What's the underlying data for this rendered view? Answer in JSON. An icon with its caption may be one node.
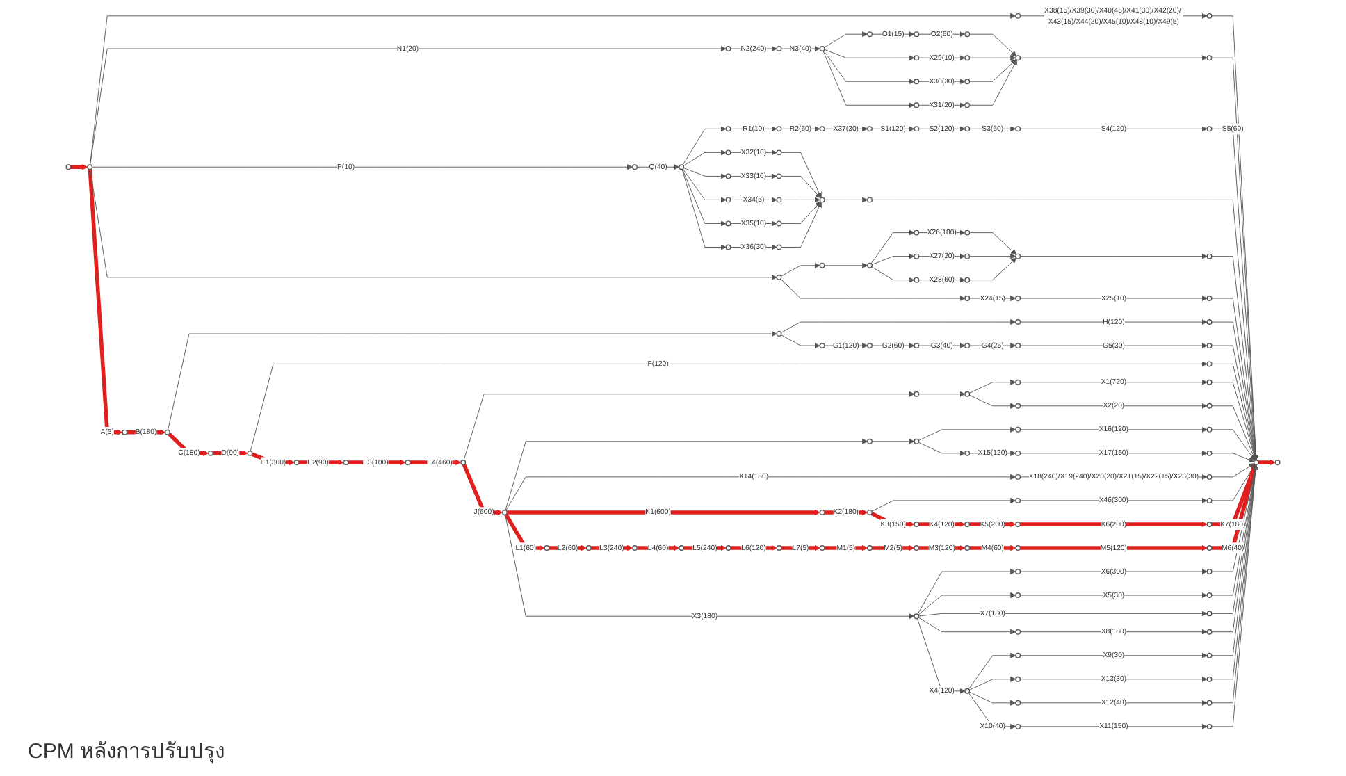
{
  "diagram": {
    "caption": "CPM หลังการปรับปรุง",
    "nodes": [
      {
        "text": [],
        "shape": "circle"
      },
      {
        "text": [],
        "shape": "circle"
      },
      {
        "text": [],
        "shape": "circle"
      },
      {
        "text": [],
        "shape": "circle"
      },
      {
        "text": [],
        "shape": "circle"
      },
      {
        "text": [],
        "shape": "circle"
      },
      {
        "text": [],
        "shape": "circle"
      },
      {
        "text": [],
        "shape": "circle"
      },
      {
        "text": [],
        "shape": "circle"
      },
      {
        "text": [],
        "shape": "circle"
      },
      {
        "text": [],
        "shape": "circle"
      },
      {
        "text": [],
        "shape": "circle"
      },
      {
        "text": [],
        "shape": "circle"
      },
      {
        "text": [],
        "shape": "circle"
      },
      {
        "text": [],
        "shape": "circle"
      },
      {
        "text": [],
        "shape": "circle"
      },
      {
        "text": [],
        "shape": "circle"
      },
      {
        "text": [],
        "shape": "circle"
      },
      {
        "text": [],
        "shape": "circle"
      },
      {
        "text": [],
        "shape": "circle"
      },
      {
        "text": [],
        "shape": "circle"
      },
      {
        "text": [],
        "shape": "circle"
      },
      {
        "text": [],
        "shape": "circle"
      },
      {
        "text": [],
        "shape": "circle"
      },
      {
        "text": [],
        "shape": "circle"
      },
      {
        "text": [],
        "shape": "circle"
      },
      {
        "text": [],
        "shape": "circle"
      },
      {
        "text": [],
        "shape": "circle"
      },
      {
        "text": [],
        "shape": "circle"
      },
      {
        "text": [],
        "shape": "circle"
      },
      {
        "text": [],
        "shape": "circle"
      },
      {
        "text": [],
        "shape": "circle"
      },
      {
        "text": [],
        "shape": "circle"
      },
      {
        "text": [],
        "shape": "circle"
      },
      {
        "text": [],
        "shape": "circle"
      },
      {
        "text": [],
        "shape": "circle"
      },
      {
        "text": [],
        "shape": "circle"
      },
      {
        "text": [],
        "shape": "circle"
      },
      {
        "text": [],
        "shape": "circle"
      },
      {
        "text": [],
        "shape": "circle"
      },
      {
        "text": [],
        "shape": "circle"
      },
      {
        "text": [],
        "shape": "circle"
      },
      {
        "text": [],
        "shape": "circle"
      },
      {
        "text": [],
        "shape": "circle"
      },
      {
        "text": [],
        "shape": "circle"
      },
      {
        "text": [],
        "shape": "circle"
      },
      {
        "text": [],
        "shape": "circle"
      },
      {
        "text": [],
        "shape": "circle"
      },
      {
        "text": [],
        "shape": "circle"
      },
      {
        "text": [],
        "shape": "circle"
      },
      {
        "text": [],
        "shape": "circle"
      },
      {
        "text": [],
        "shape": "circle"
      },
      {
        "text": [],
        "shape": "circle"
      },
      {
        "text": [],
        "shape": "circle"
      },
      {
        "text": [],
        "shape": "circle"
      },
      {
        "text": [],
        "shape": "circle"
      },
      {
        "text": [],
        "shape": "circle"
      },
      {
        "text": [],
        "shape": "circle"
      },
      {
        "text": [],
        "shape": "circle"
      },
      {
        "text": [],
        "shape": "circle"
      },
      {
        "text": [],
        "shape": "circle"
      },
      {
        "text": [],
        "shape": "circle"
      },
      {
        "text": [],
        "shape": "circle"
      },
      {
        "text": [],
        "shape": "circle"
      },
      {
        "text": [],
        "shape": "circle"
      },
      {
        "text": [],
        "shape": "circle"
      },
      {
        "text": [],
        "shape": "circle"
      },
      {
        "text": [],
        "shape": "circle"
      },
      {
        "text": [],
        "shape": "circle"
      },
      {
        "text": [],
        "shape": "circle"
      },
      {
        "text": [],
        "shape": "circle"
      },
      {
        "text": [],
        "shape": "circle"
      },
      {
        "text": [],
        "shape": "circle"
      },
      {
        "text": [],
        "shape": "circle"
      },
      {
        "text": [],
        "shape": "circle"
      },
      {
        "text": [],
        "shape": "circle"
      },
      {
        "text": [],
        "shape": "circle"
      },
      {
        "text": [],
        "shape": "circle"
      },
      {
        "text": [],
        "shape": "circle"
      },
      {
        "text": [],
        "shape": "circle"
      },
      {
        "text": [],
        "shape": "circle"
      },
      {
        "text": [],
        "shape": "circle"
      },
      {
        "text": [],
        "shape": "circle"
      },
      {
        "text": [],
        "shape": "circle"
      },
      {
        "text": [],
        "shape": "circle"
      },
      {
        "text": [],
        "shape": "circle"
      },
      {
        "text": [],
        "shape": "circle"
      },
      {
        "text": [],
        "shape": "circle"
      },
      {
        "text": [],
        "shape": "circle"
      },
      {
        "text": [],
        "shape": "circle"
      },
      {
        "text": [],
        "shape": "circle"
      },
      {
        "text": [],
        "shape": "circle"
      },
      {
        "text": [],
        "shape": "circle"
      },
      {
        "text": [],
        "shape": "circle"
      },
      {
        "text": [],
        "shape": "circle"
      },
      {
        "text": [],
        "shape": "circle"
      },
      {
        "text": [],
        "shape": "circle"
      },
      {
        "text": [],
        "shape": "circle"
      },
      {
        "text": [],
        "shape": "circle"
      },
      {
        "text": [],
        "shape": "circle"
      },
      {
        "text": [],
        "shape": "circle"
      },
      {
        "text": [],
        "shape": "circle"
      },
      {
        "text": [],
        "shape": "circle"
      },
      {
        "text": [],
        "shape": "circle"
      },
      {
        "text": [],
        "shape": "circle"
      },
      {
        "text": [],
        "shape": "circle"
      },
      {
        "text": [],
        "shape": "circle"
      },
      {
        "text": [],
        "shape": "circle"
      },
      {
        "text": [],
        "shape": "circle"
      },
      {
        "text": [],
        "shape": "circle"
      },
      {
        "text": [],
        "shape": "circle"
      },
      {
        "text": [],
        "shape": "circle"
      },
      {
        "text": [],
        "shape": "circle"
      },
      {
        "text": [],
        "shape": "circle"
      },
      {
        "text": [],
        "shape": "circle"
      },
      {
        "text": [],
        "shape": "circle"
      },
      {
        "text": [],
        "shape": "circle"
      },
      {
        "text": [],
        "shape": "circle"
      },
      {
        "text": [],
        "shape": "circle"
      },
      {
        "text": [],
        "shape": "circle"
      },
      {
        "text": [],
        "shape": "circle"
      },
      {
        "text": [],
        "shape": "circle"
      },
      {
        "text": [],
        "shape": "circle"
      },
      {
        "text": [],
        "shape": "circle"
      },
      {
        "text": [],
        "shape": "circle"
      },
      {
        "text": [],
        "shape": "circle"
      },
      {
        "text": [],
        "shape": "circle"
      }
    ],
    "edges": [
      {
        "from": 0,
        "to": 1,
        "arrow": "to",
        "style": "thick",
        "color": "#e0201f"
      },
      {
        "from": 1,
        "to": 2,
        "arrow": "to",
        "label": "A(5)",
        "style": "thick",
        "color": "#e0201f"
      },
      {
        "from": 2,
        "to": 3,
        "arrow": "to",
        "label": "B(180)",
        "style": "thick",
        "color": "#e0201f"
      },
      {
        "from": 3,
        "to": 4,
        "arrow": "to",
        "label": "C(180)",
        "style": "thick",
        "color": "#e0201f"
      },
      {
        "from": 4,
        "to": 5,
        "arrow": "to",
        "label": "D(90)",
        "style": "thick",
        "color": "#e0201f"
      },
      {
        "from": 5,
        "to": 6,
        "arrow": "to",
        "label": "E1(300)",
        "style": "thick",
        "color": "#e0201f"
      },
      {
        "from": 6,
        "to": 7,
        "arrow": "to",
        "label": "E2(90)",
        "style": "thick",
        "color": "#e0201f"
      },
      {
        "from": 7,
        "to": 8,
        "arrow": "to",
        "label": "E3(100)",
        "style": "thick",
        "color": "#e0201f"
      },
      {
        "from": 8,
        "to": 9,
        "arrow": "to",
        "label": "E4(460)",
        "style": "thick",
        "color": "#e0201f"
      },
      {
        "from": 9,
        "to": 78,
        "arrow": "to",
        "label": "J(600)",
        "style": "thick",
        "color": "#e0201f"
      },
      {
        "from": 1,
        "to": 10,
        "arrow": "to"
      },
      {
        "from": 10,
        "to": 11,
        "arrow": "to",
        "label": "X38(15)/X39(30)/X40(45)/X41(30)/X42(20)/ X43(15)/X44(20)/X45(10)/X48(10)/X49(5)"
      },
      {
        "from": 11,
        "to": 96,
        "arrow": "to"
      },
      {
        "from": 1,
        "to": 12,
        "arrow": "to",
        "label": "P(10)"
      },
      {
        "from": 12,
        "to": 13,
        "arrow": "to",
        "label": "Q(40)"
      },
      {
        "from": 1,
        "to": 14,
        "arrow": "to",
        "label": "N1(20)"
      },
      {
        "from": 14,
        "to": 15,
        "arrow": "to",
        "label": "N2(240)"
      },
      {
        "from": 15,
        "to": 16,
        "arrow": "to",
        "label": "N3(40)"
      },
      {
        "from": 16,
        "to": 17,
        "arrow": "to"
      },
      {
        "from": 16,
        "to": 18,
        "arrow": "to"
      },
      {
        "from": 16,
        "to": 19,
        "arrow": "to"
      },
      {
        "from": 16,
        "to": 20,
        "arrow": "to"
      },
      {
        "from": 17,
        "to": 21,
        "arrow": "to",
        "label": "O1(15)"
      },
      {
        "from": 21,
        "to": 22,
        "arrow": "to",
        "label": "O2(60)"
      },
      {
        "from": 18,
        "to": 23,
        "arrow": "to",
        "label": "X29(10)"
      },
      {
        "from": 19,
        "to": 24,
        "arrow": "to",
        "label": "X30(30)"
      },
      {
        "from": 20,
        "to": 25,
        "arrow": "to",
        "label": "X31(20)"
      },
      {
        "from": 22,
        "to": 26,
        "arrow": "to"
      },
      {
        "from": 23,
        "to": 26,
        "arrow": "to"
      },
      {
        "from": 24,
        "to": 26,
        "arrow": "to"
      },
      {
        "from": 25,
        "to": 26,
        "arrow": "to"
      },
      {
        "from": 26,
        "to": 27,
        "arrow": "to"
      },
      {
        "from": 27,
        "to": 96,
        "arrow": "to"
      },
      {
        "from": 13,
        "to": 28,
        "arrow": "to"
      },
      {
        "from": 13,
        "to": 36,
        "arrow": "to"
      },
      {
        "from": 13,
        "to": 37,
        "arrow": "to"
      },
      {
        "from": 13,
        "to": 38,
        "arrow": "to"
      },
      {
        "from": 13,
        "to": 39,
        "arrow": "to"
      },
      {
        "from": 13,
        "to": 40,
        "arrow": "to"
      },
      {
        "from": 28,
        "to": 29,
        "arrow": "to",
        "label": "R1(10)"
      },
      {
        "from": 29,
        "to": 30,
        "arrow": "to",
        "label": "R2(60)"
      },
      {
        "from": 30,
        "to": 31,
        "arrow": "to",
        "label": "X37(30)"
      },
      {
        "from": 31,
        "to": 32,
        "arrow": "to",
        "label": "S1(120)"
      },
      {
        "from": 32,
        "to": 33,
        "arrow": "to",
        "label": "S2(120)"
      },
      {
        "from": 33,
        "to": 34,
        "arrow": "to",
        "label": "S3(60)"
      },
      {
        "from": 34,
        "to": 35,
        "arrow": "to",
        "label": "S4(120)"
      },
      {
        "from": 35,
        "to": 96,
        "arrow": "to",
        "label": "S5(60)"
      },
      {
        "from": 36,
        "to": 41,
        "arrow": "to",
        "label": "X32(10)"
      },
      {
        "from": 37,
        "to": 42,
        "arrow": "to",
        "label": "X33(10)"
      },
      {
        "from": 38,
        "to": 43,
        "arrow": "to",
        "label": "X34(5)"
      },
      {
        "from": 39,
        "to": 44,
        "arrow": "to",
        "label": "X35(10)"
      },
      {
        "from": 40,
        "to": 45,
        "arrow": "to",
        "label": "X36(30)"
      },
      {
        "from": 41,
        "to": 46,
        "arrow": "to"
      },
      {
        "from": 42,
        "to": 46,
        "arrow": "to"
      },
      {
        "from": 43,
        "to": 46,
        "arrow": "to"
      },
      {
        "from": 44,
        "to": 46,
        "arrow": "to"
      },
      {
        "from": 45,
        "to": 46,
        "arrow": "to"
      },
      {
        "from": 46,
        "to": 47,
        "arrow": "to"
      },
      {
        "from": 47,
        "to": 96,
        "arrow": "to"
      },
      {
        "from": 1,
        "to": 48,
        "arrow": "to"
      },
      {
        "from": 48,
        "to": 49,
        "arrow": "to"
      },
      {
        "from": 48,
        "to": 59,
        "arrow": "to"
      },
      {
        "from": 49,
        "to": 50,
        "arrow": "to"
      },
      {
        "from": 50,
        "to": 51,
        "arrow": "to"
      },
      {
        "from": 50,
        "to": 52,
        "arrow": "to"
      },
      {
        "from": 50,
        "to": 53,
        "arrow": "to"
      },
      {
        "from": 51,
        "to": 54,
        "arrow": "to",
        "label": "X26(180)"
      },
      {
        "from": 52,
        "to": 55,
        "arrow": "to",
        "label": "X27(20)"
      },
      {
        "from": 53,
        "to": 56,
        "arrow": "to",
        "label": "X28(60)"
      },
      {
        "from": 54,
        "to": 57,
        "arrow": "to"
      },
      {
        "from": 55,
        "to": 57,
        "arrow": "to"
      },
      {
        "from": 56,
        "to": 57,
        "arrow": "to"
      },
      {
        "from": 57,
        "to": 58,
        "arrow": "to"
      },
      {
        "from": 58,
        "to": 96,
        "arrow": "to"
      },
      {
        "from": 59,
        "to": 60,
        "arrow": "to",
        "label": "X24(15)"
      },
      {
        "from": 60,
        "to": 61,
        "arrow": "to",
        "label": "X25(10)"
      },
      {
        "from": 61,
        "to": 96,
        "arrow": "to"
      },
      {
        "from": 3,
        "to": 62,
        "arrow": "to"
      },
      {
        "from": 62,
        "to": 63,
        "arrow": "to"
      },
      {
        "from": 62,
        "to": 65,
        "arrow": "to"
      },
      {
        "from": 63,
        "to": 64,
        "arrow": "to",
        "label": "H(120)"
      },
      {
        "from": 64,
        "to": 96,
        "arrow": "to"
      },
      {
        "from": 65,
        "to": 66,
        "arrow": "to",
        "label": "G1(120)"
      },
      {
        "from": 66,
        "to": 67,
        "arrow": "to",
        "label": "G2(60)"
      },
      {
        "from": 67,
        "to": 68,
        "arrow": "to",
        "label": "G3(40)"
      },
      {
        "from": 68,
        "to": 69,
        "arrow": "to",
        "label": "G4(25)"
      },
      {
        "from": 69,
        "to": 70,
        "arrow": "to",
        "label": "G5(30)"
      },
      {
        "from": 70,
        "to": 96,
        "arrow": "to"
      },
      {
        "from": 5,
        "to": 71,
        "arrow": "to",
        "label": "F(120)"
      },
      {
        "from": 71,
        "to": 96,
        "arrow": "to"
      },
      {
        "from": 9,
        "to": 72,
        "arrow": "to"
      },
      {
        "from": 72,
        "to": 73,
        "arrow": "to"
      },
      {
        "from": 73,
        "to": 74,
        "arrow": "to"
      },
      {
        "from": 73,
        "to": 75,
        "arrow": "to"
      },
      {
        "from": 74,
        "to": 76,
        "arrow": "to",
        "label": "X1(720)"
      },
      {
        "from": 75,
        "to": 77,
        "arrow": "to",
        "label": "X2(20)"
      },
      {
        "from": 76,
        "to": 96,
        "arrow": "to"
      },
      {
        "from": 77,
        "to": 96,
        "arrow": "to"
      },
      {
        "from": 78,
        "to": 79,
        "arrow": "to"
      },
      {
        "from": 79,
        "to": 80,
        "arrow": "to"
      },
      {
        "from": 80,
        "to": 81,
        "arrow": "to"
      },
      {
        "from": 80,
        "to": 82,
        "arrow": "to"
      },
      {
        "from": 81,
        "to": 83,
        "arrow": "to",
        "label": "X16(120)"
      },
      {
        "from": 82,
        "to": 84,
        "arrow": "to",
        "label": "X15(120)"
      },
      {
        "from": 84,
        "to": 85,
        "arrow": "to",
        "label": "X17(150)"
      },
      {
        "from": 83,
        "to": 96,
        "arrow": "to"
      },
      {
        "from": 85,
        "to": 96,
        "arrow": "to"
      },
      {
        "from": 78,
        "to": 86,
        "arrow": "to",
        "label": "X14(180)"
      },
      {
        "from": 86,
        "to": 87,
        "arrow": "to",
        "label": "X18(240)/X19(240)/X20(20)/X21(15)/X22(15)/X23(30)"
      },
      {
        "from": 87,
        "to": 96,
        "arrow": "to"
      },
      {
        "from": 91,
        "to": 88,
        "arrow": "to"
      },
      {
        "from": 88,
        "to": 89,
        "arrow": "to",
        "label": "X46(300)"
      },
      {
        "from": 89,
        "to": 96,
        "arrow": "to"
      },
      {
        "from": 78,
        "to": 90,
        "arrow": "to",
        "label": "K1(600)",
        "style": "thick",
        "color": "#e0201f"
      },
      {
        "from": 90,
        "to": 91,
        "arrow": "to",
        "label": "K2(180)",
        "style": "thick",
        "color": "#e0201f"
      },
      {
        "from": 91,
        "to": 92,
        "arrow": "to",
        "label": "K3(150)",
        "style": "thick",
        "color": "#e0201f"
      },
      {
        "from": 92,
        "to": 93,
        "arrow": "to",
        "label": "K4(120)",
        "style": "thick",
        "color": "#e0201f"
      },
      {
        "from": 93,
        "to": 94,
        "arrow": "to",
        "label": "K5(200)",
        "style": "thick",
        "color": "#e0201f"
      },
      {
        "from": 94,
        "to": 95,
        "arrow": "to",
        "label": "K6(200)",
        "style": "thick",
        "color": "#e0201f"
      },
      {
        "from": 95,
        "to": 96,
        "arrow": "to",
        "label": "K7(180)",
        "style": "thick",
        "color": "#e0201f"
      },
      {
        "from": 96,
        "to": 97,
        "arrow": "to",
        "style": "thick",
        "color": "#e0201f"
      },
      {
        "from": 78,
        "to": 98,
        "arrow": "to",
        "label": "L1(60)",
        "style": "thick",
        "color": "#e0201f"
      },
      {
        "from": 98,
        "to": 99,
        "arrow": "to",
        "label": "L2(60)",
        "style": "thick",
        "color": "#e0201f"
      },
      {
        "from": 99,
        "to": 100,
        "arrow": "to",
        "label": "L3(240)",
        "style": "thick",
        "color": "#e0201f"
      },
      {
        "from": 100,
        "to": 101,
        "arrow": "to",
        "label": "L4(60)",
        "style": "thick",
        "color": "#e0201f"
      },
      {
        "from": 101,
        "to": 102,
        "arrow": "to",
        "label": "L5(240)",
        "style": "thick",
        "color": "#e0201f"
      },
      {
        "from": 102,
        "to": 103,
        "arrow": "to",
        "label": "L6(120)",
        "style": "thick",
        "color": "#e0201f"
      },
      {
        "from": 103,
        "to": 104,
        "arrow": "to",
        "label": "L7(5)",
        "style": "thick",
        "color": "#e0201f"
      },
      {
        "from": 104,
        "to": 105,
        "arrow": "to",
        "label": "M1(5)",
        "style": "thick",
        "color": "#e0201f"
      },
      {
        "from": 105,
        "to": 106,
        "arrow": "to",
        "label": "M2(5)",
        "style": "thick",
        "color": "#e0201f"
      },
      {
        "from": 106,
        "to": 107,
        "arrow": "to",
        "label": "M3(120)",
        "style": "thick",
        "color": "#e0201f"
      },
      {
        "from": 107,
        "to": 108,
        "arrow": "to",
        "label": "M4(60)",
        "style": "thick",
        "color": "#e0201f"
      },
      {
        "from": 108,
        "to": 109,
        "arrow": "to",
        "label": "M5(120)",
        "style": "thick",
        "color": "#e0201f"
      },
      {
        "from": 109,
        "to": 96,
        "arrow": "to",
        "label": "M6(40)",
        "style": "thick",
        "color": "#e0201f"
      },
      {
        "from": 78,
        "to": 110,
        "arrow": "to",
        "label": "X3(180)"
      },
      {
        "from": 110,
        "to": 111,
        "arrow": "to"
      },
      {
        "from": 110,
        "to": 112,
        "arrow": "to"
      },
      {
        "from": 110,
        "to": 116,
        "arrow": "to",
        "label": "X7(180)"
      },
      {
        "from": 110,
        "to": 113,
        "arrow": "to"
      },
      {
        "from": 111,
        "to": 114,
        "arrow": "to",
        "label": "X6(300)"
      },
      {
        "from": 112,
        "to": 115,
        "arrow": "to",
        "label": "X5(30)"
      },
      {
        "from": 113,
        "to": 117,
        "arrow": "to",
        "label": "X8(180)"
      },
      {
        "from": 114,
        "to": 96,
        "arrow": "to"
      },
      {
        "from": 115,
        "to": 96,
        "arrow": "to"
      },
      {
        "from": 116,
        "to": 96,
        "arrow": "to"
      },
      {
        "from": 117,
        "to": 96,
        "arrow": "to"
      },
      {
        "from": 110,
        "to": 118,
        "arrow": "to",
        "label": "X4(120)"
      },
      {
        "from": 118,
        "to": 119,
        "arrow": "to"
      },
      {
        "from": 118,
        "to": 120,
        "arrow": "to"
      },
      {
        "from": 118,
        "to": 121,
        "arrow": "to"
      },
      {
        "from": 119,
        "to": 123,
        "arrow": "to",
        "label": "X9(30)"
      },
      {
        "from": 120,
        "to": 124,
        "arrow": "to",
        "label": "X13(30)"
      },
      {
        "from": 121,
        "to": 125,
        "arrow": "to",
        "label": "X12(40)"
      },
      {
        "from": 118,
        "to": 122,
        "arrow": "to",
        "label": "X10(40)"
      },
      {
        "from": 122,
        "to": 126,
        "arrow": "to",
        "label": "X11(150)"
      },
      {
        "from": 123,
        "to": 96,
        "arrow": "to"
      },
      {
        "from": 124,
        "to": 96,
        "arrow": "to"
      },
      {
        "from": 125,
        "to": 96,
        "arrow": "to"
      },
      {
        "from": 126,
        "to": 96,
        "arrow": "to"
      }
    ]
  }
}
